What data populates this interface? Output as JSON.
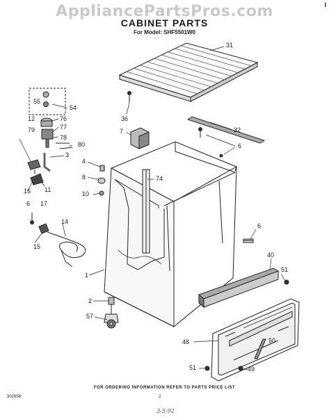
{
  "watermark": "AppliancePartsPros.com",
  "corner_mark": "I",
  "title": "CABINET PARTS",
  "model": "For Model: SHF5501W0",
  "callouts": [
    {
      "id": "31",
      "label": "31"
    },
    {
      "id": "36",
      "label": "36"
    },
    {
      "id": "32",
      "label": "32"
    },
    {
      "id": "7",
      "label": "7"
    },
    {
      "id": "6a",
      "label": "6"
    },
    {
      "id": "55",
      "label": "55"
    },
    {
      "id": "54",
      "label": "54"
    },
    {
      "id": "12",
      "label": "12"
    },
    {
      "id": "76",
      "label": "76"
    },
    {
      "id": "79",
      "label": "79"
    },
    {
      "id": "77",
      "label": "77"
    },
    {
      "id": "78",
      "label": "78"
    },
    {
      "id": "80",
      "label": "80"
    },
    {
      "id": "3",
      "label": "3"
    },
    {
      "id": "4",
      "label": "4"
    },
    {
      "id": "8",
      "label": "8"
    },
    {
      "id": "74",
      "label": "74"
    },
    {
      "id": "10",
      "label": "10"
    },
    {
      "id": "16",
      "label": "16"
    },
    {
      "id": "11",
      "label": "11"
    },
    {
      "id": "17",
      "label": "17"
    },
    {
      "id": "6b",
      "label": "6"
    },
    {
      "id": "6c",
      "label": "6"
    },
    {
      "id": "14",
      "label": "14"
    },
    {
      "id": "15",
      "label": "15"
    },
    {
      "id": "40",
      "label": "40"
    },
    {
      "id": "51a",
      "label": "51"
    },
    {
      "id": "1",
      "label": "1"
    },
    {
      "id": "2",
      "label": "2"
    },
    {
      "id": "57",
      "label": "57"
    },
    {
      "id": "48",
      "label": "48"
    },
    {
      "id": "50",
      "label": "50"
    },
    {
      "id": "51b",
      "label": "51"
    },
    {
      "id": "49",
      "label": "49"
    }
  ],
  "footer_note": "FOR ORDERING INFORMATION REFER TO PARTS PRICE LIST",
  "doc_id": "302658",
  "page_number": "2",
  "handwritten_note": "3-5-92"
}
